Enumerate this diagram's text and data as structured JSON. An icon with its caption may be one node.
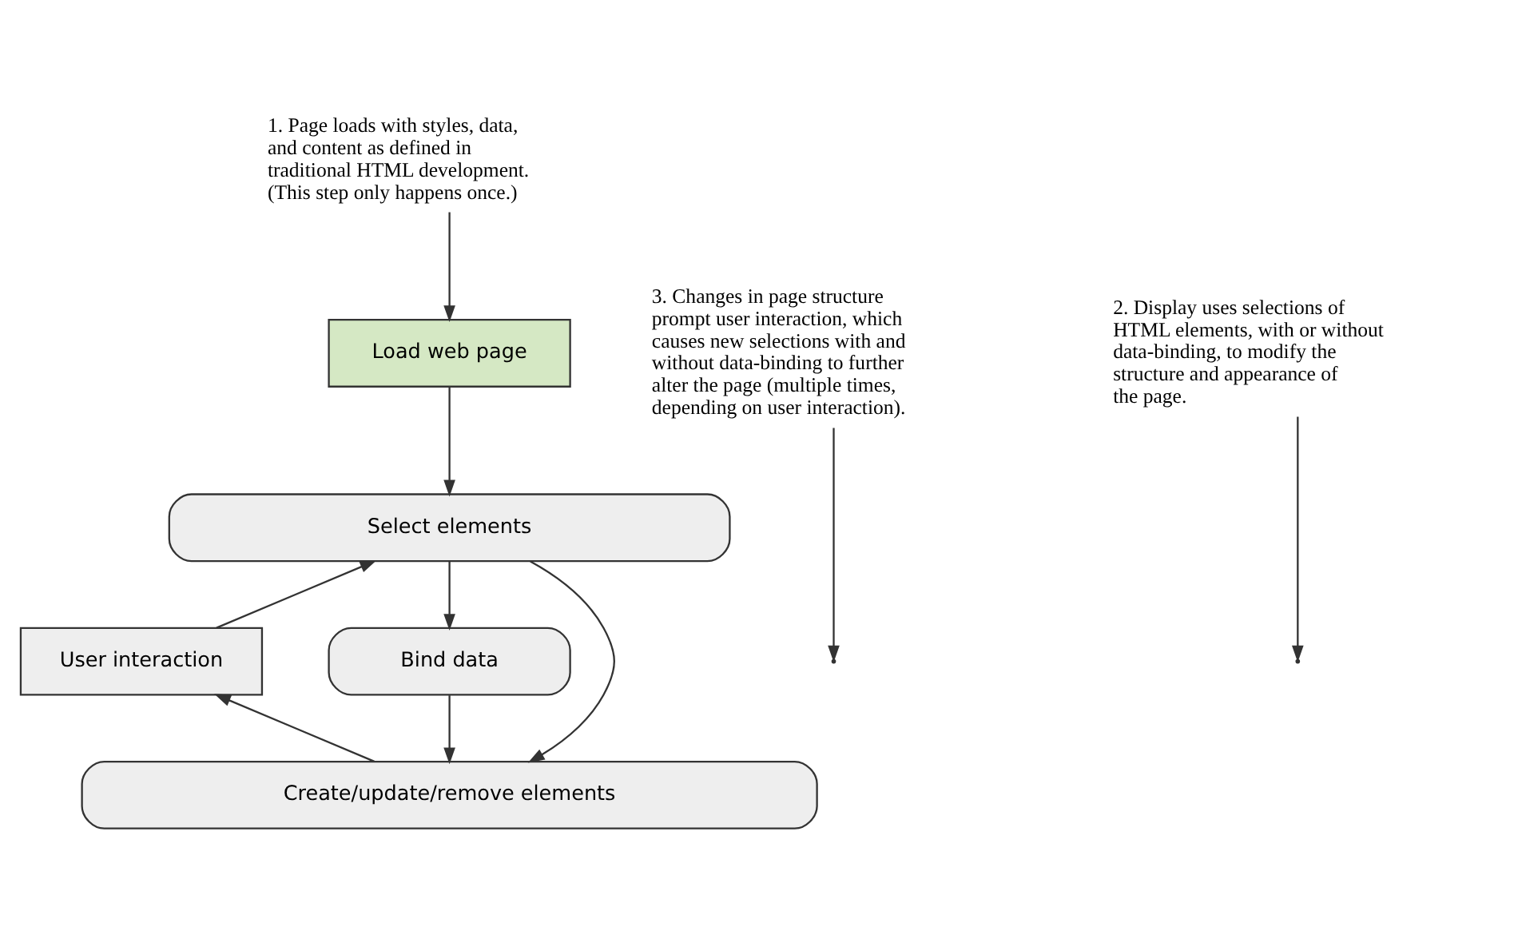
{
  "diagram": {
    "nodes": [
      {
        "text": [
          "1. Page loads with styles, data, and content as defined in traditional HTML development. (This step only happens once.)"
        ]
      },
      {
        "text": [
          "3. Changes in page structure prompt user interaction, which causes new selections with and without data-binding to further alter the page (multiple times, depending on user interaction)."
        ]
      },
      {
        "text": [
          "2. Display uses selections of HTML elements, with or without data-binding, to modify the structure and appearance of the page."
        ]
      },
      {
        "text": [
          "Load web page"
        ]
      },
      {
        "text": [
          "Select elements"
        ]
      },
      {
        "text": [
          "User interaction"
        ]
      },
      {
        "text": [
          "Bind data"
        ]
      },
      {
        "text": [
          "Create/update/remove elements"
        ]
      }
    ],
    "edges": [
      {
        "from": 0,
        "to": 3,
        "arrow": "to"
      },
      {
        "from": 3,
        "to": 4,
        "arrow": "to"
      },
      {
        "from": 4,
        "to": 6,
        "arrow": "to"
      },
      {
        "from": 4,
        "to": 7,
        "arrow": "to"
      },
      {
        "from": 6,
        "to": 7,
        "arrow": "to"
      },
      {
        "from": 7,
        "to": 5,
        "arrow": "to"
      },
      {
        "from": 5,
        "to": 4,
        "arrow": "to"
      },
      {
        "from": 1,
        "to": null,
        "arrow": "to"
      },
      {
        "from": 2,
        "to": null,
        "arrow": "to"
      }
    ]
  }
}
